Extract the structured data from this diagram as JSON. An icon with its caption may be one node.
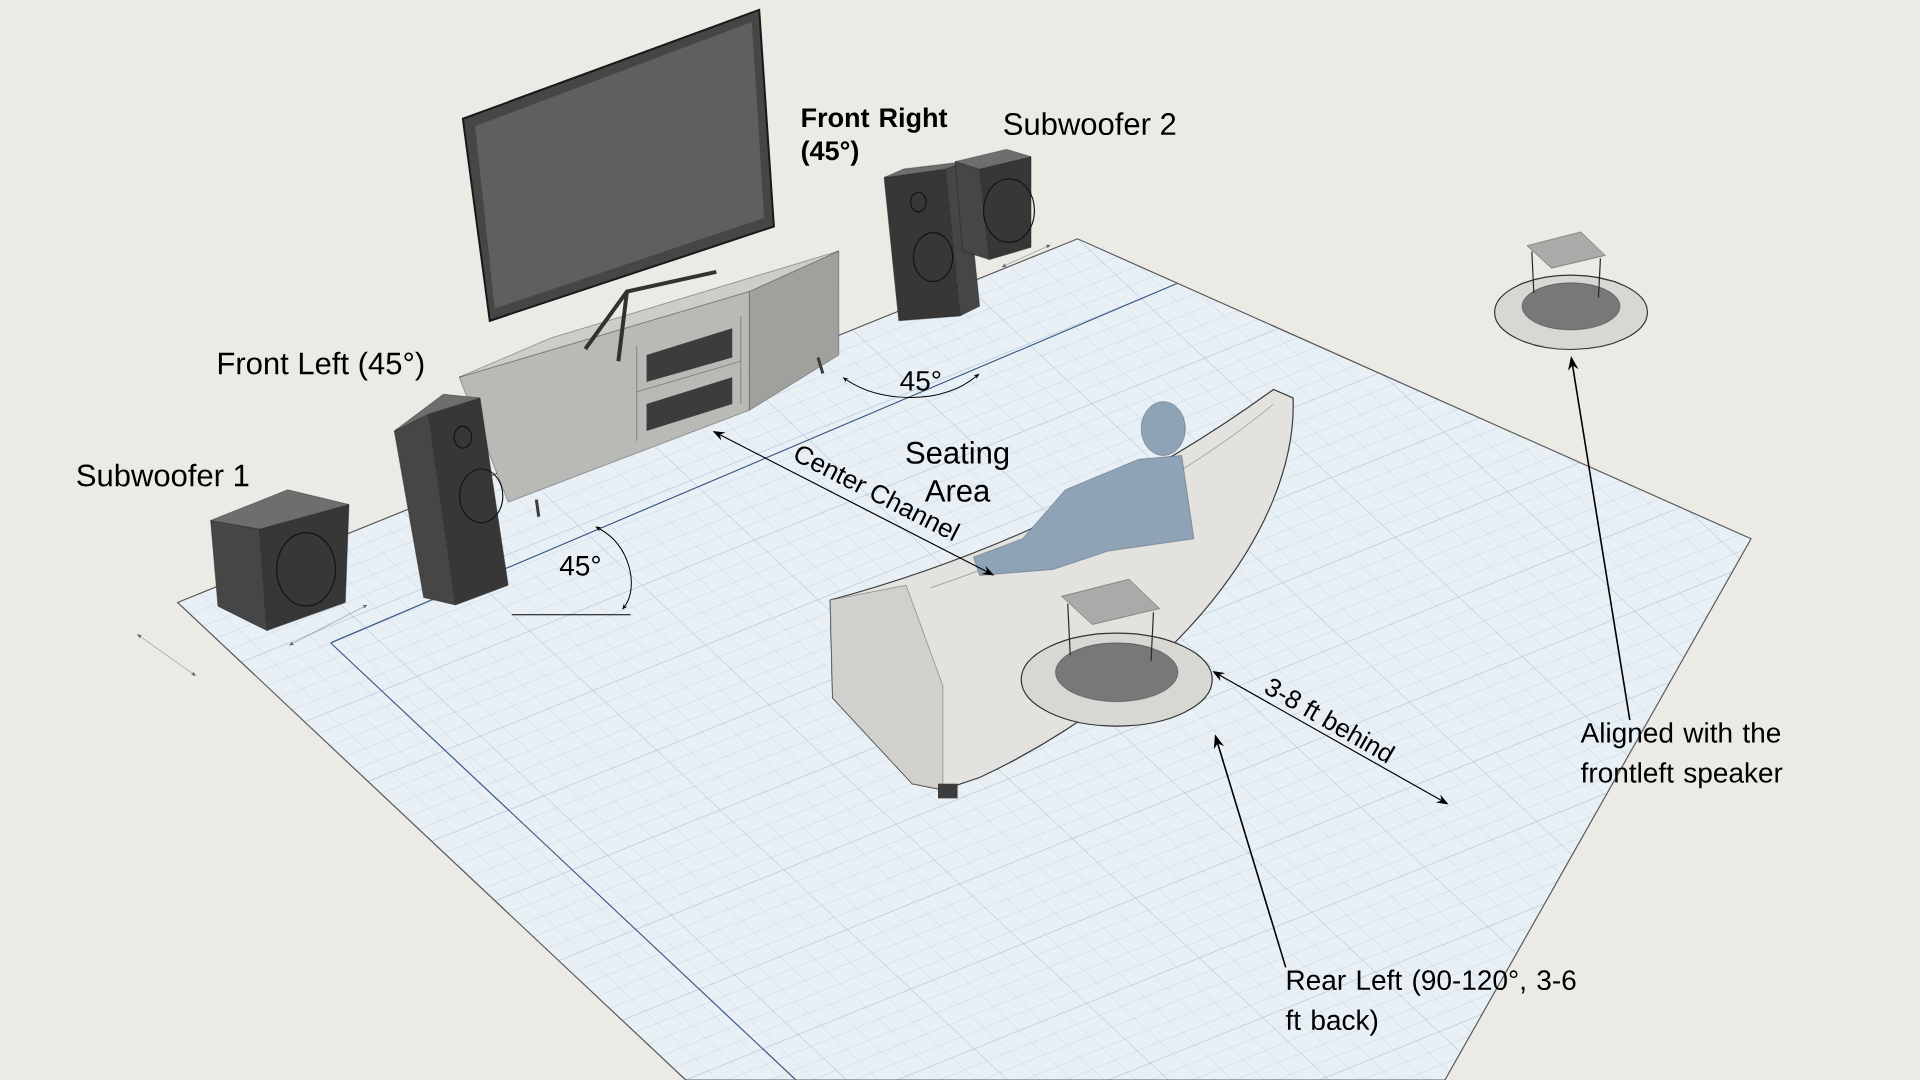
{
  "diagram": {
    "nodes": [
      {
        "text": [
          "Aligned with the frontleft speaker"
        ]
      },
      {
        "text": [],
        "shape": "picture"
      },
      {
        "text": [],
        "shape": "picture"
      },
      {
        "text": [
          "Rear Left (90-120°, 3-6 ft back)"
        ]
      }
    ],
    "edges": [
      {
        "from": 0,
        "to": 1,
        "arrow": "to"
      },
      {
        "from": 3,
        "to": 2,
        "arrow": "to"
      }
    ],
    "labels": [
      "Front Right (45°)",
      "Subwoofer 2",
      "Front Left (45°)",
      "45°",
      "Seating Area",
      "Subwoofer 1",
      "Center Channel",
      "45°",
      "3-8 ft behind"
    ]
  }
}
